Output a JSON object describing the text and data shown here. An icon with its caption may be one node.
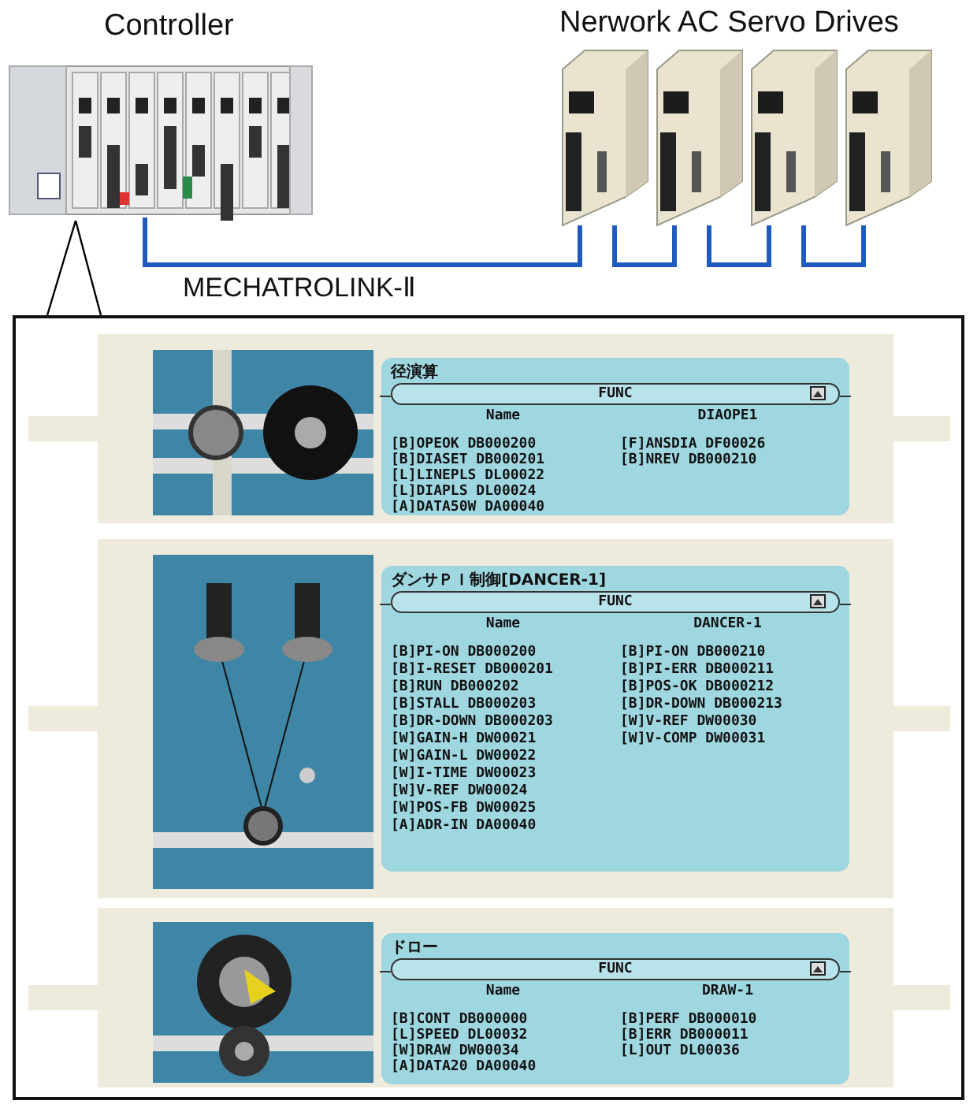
{
  "diagram": {
    "nodes": [
      {
        "text": [
          "Controller"
        ]
      },
      {
        "text": [],
        "shape": "picture"
      },
      {
        "text": [],
        "shape": "picture"
      },
      {
        "text": [],
        "shape": "picture"
      },
      {
        "text": [],
        "shape": "picture"
      },
      {
        "text": [],
        "shape": "box"
      },
      {
        "text": [],
        "shape": "picture",
        "in": 5
      },
      {
        "text": [
          "径演算",
          "FUNC",
          "Name",
          "DIAOPE1",
          "[B]OPEOK DB000200",
          "[B]DIASET DB000201",
          "[L]LINEPLS DL00022",
          "[L]DIAPLS DL00024",
          "[A]DATA50W DA00040",
          "[F]ANSDIA DF00026",
          "[B]NREV DB000210"
        ],
        "in": 5
      },
      {
        "text": [],
        "shape": "picture",
        "in": 5
      },
      {
        "text": [
          "ダンサＰＩ制御[DANCER-1]",
          "FUNC",
          "Name",
          "DANCER-1",
          "[B]PI-ON DB000200",
          "[B]I-RESET DB000201",
          "[B]RUN DB000202",
          "[B]STALL DB000203",
          "[B]DR-DOWN DB000203",
          "[W]GAIN-H DW00021",
          "[W]GAIN-L DW00022",
          "[W]I-TIME DW00023",
          "[W]V-REF DW00024",
          "[W]POS-FB DW00025",
          "[A]ADR-IN DA00040",
          "[B]PI-ON DB000210",
          "[B]PI-ERR DB000211",
          "[B]POS-OK DB000212",
          "[B]DR-DOWN DB000213",
          "[W]V-REF DW00030",
          "[W]V-COMP DW00031"
        ],
        "in": 5
      },
      {
        "text": [],
        "shape": "picture",
        "in": 5
      },
      {
        "text": [
          "ドロー",
          "FUNC",
          "Name",
          "DRAW-1",
          "[B]CONT DB000000",
          "[L]SPEED DL00032",
          "[W]DRAW DW00034",
          "[A]DATA20 DA00040",
          "[B]PERF DB000010",
          "[B]ERR DB000011",
          "[L]OUT DL00036"
        ],
        "in": 5
      }
    ],
    "edges": [
      {
        "from": 0,
        "to": 1,
        "arrow": "none",
        "label": "MECHATROLINK-Ⅱ"
      },
      {
        "from": 1,
        "to": 2,
        "arrow": "none"
      },
      {
        "from": 2,
        "to": 3,
        "arrow": "none"
      },
      {
        "from": 3,
        "to": 4,
        "arrow": "none"
      },
      {
        "from": 0,
        "to": 5,
        "arrow": "none",
        "color": "#000000"
      }
    ],
    "labels": [
      "Nerwork AC Servo Drives"
    ]
  }
}
